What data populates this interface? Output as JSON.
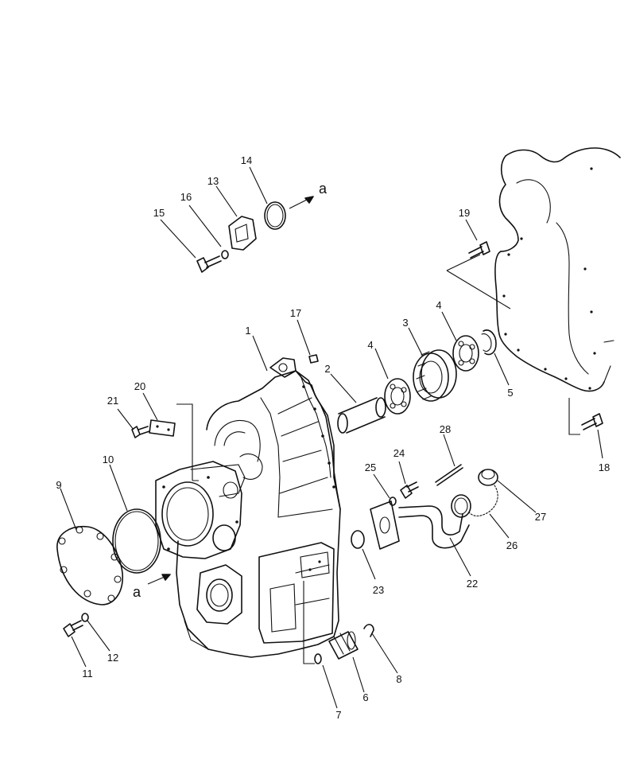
{
  "callouts": [
    {
      "id": "c1",
      "text": "1"
    },
    {
      "id": "c2",
      "text": "2"
    },
    {
      "id": "c3",
      "text": "3"
    },
    {
      "id": "c4a",
      "text": "4"
    },
    {
      "id": "c4b",
      "text": "4"
    },
    {
      "id": "c5",
      "text": "5"
    },
    {
      "id": "c6",
      "text": "6"
    },
    {
      "id": "c7",
      "text": "7"
    },
    {
      "id": "c8",
      "text": "8"
    },
    {
      "id": "c9",
      "text": "9"
    },
    {
      "id": "c10",
      "text": "10"
    },
    {
      "id": "c11",
      "text": "11"
    },
    {
      "id": "c12",
      "text": "12"
    },
    {
      "id": "c13",
      "text": "13"
    },
    {
      "id": "c14",
      "text": "14"
    },
    {
      "id": "c15",
      "text": "15"
    },
    {
      "id": "c16",
      "text": "16"
    },
    {
      "id": "c17",
      "text": "17"
    },
    {
      "id": "c18",
      "text": "18"
    },
    {
      "id": "c19",
      "text": "19"
    },
    {
      "id": "c20",
      "text": "20"
    },
    {
      "id": "c21",
      "text": "21"
    },
    {
      "id": "c22",
      "text": "22"
    },
    {
      "id": "c23",
      "text": "23"
    },
    {
      "id": "c24",
      "text": "24"
    },
    {
      "id": "c25",
      "text": "25"
    },
    {
      "id": "c26",
      "text": "26"
    },
    {
      "id": "c27",
      "text": "27"
    },
    {
      "id": "c28",
      "text": "28"
    }
  ],
  "refs": {
    "top_a": "a",
    "left_a": "a"
  }
}
